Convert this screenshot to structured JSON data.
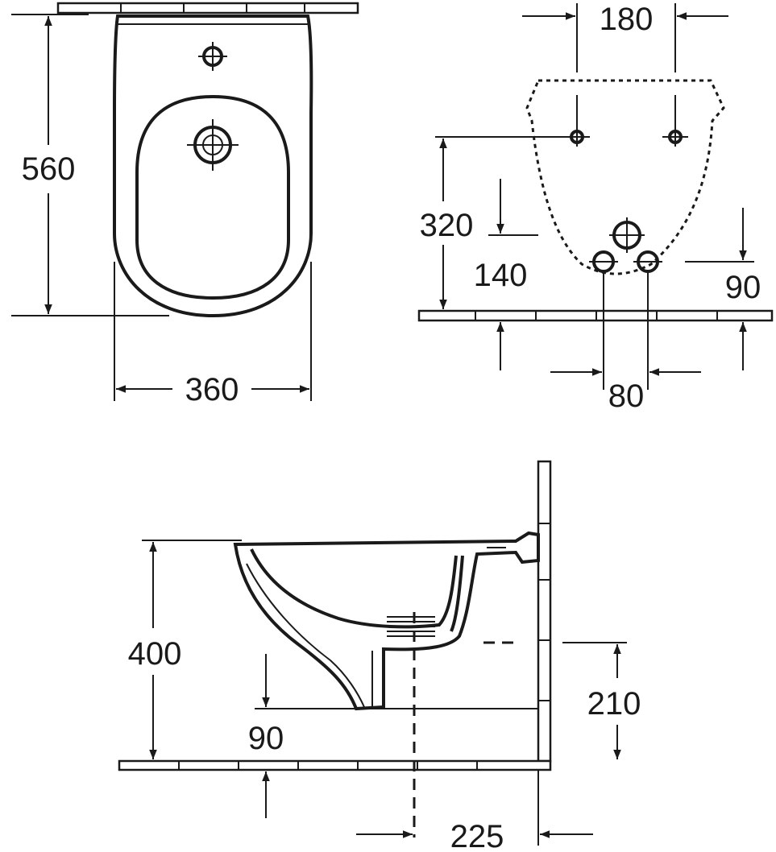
{
  "views": {
    "top": {
      "height": "560",
      "width": "360"
    },
    "back": {
      "holes_spacing": "180",
      "fix_height": "320",
      "supply_height": "140",
      "outlet_height": "90",
      "supply_spacing": "80"
    },
    "side": {
      "height": "400",
      "waste_height_above": "90",
      "drain_height": "210",
      "depth": "225"
    }
  },
  "colors": {
    "line": "#1a1a1a",
    "background": "#ffffff"
  }
}
